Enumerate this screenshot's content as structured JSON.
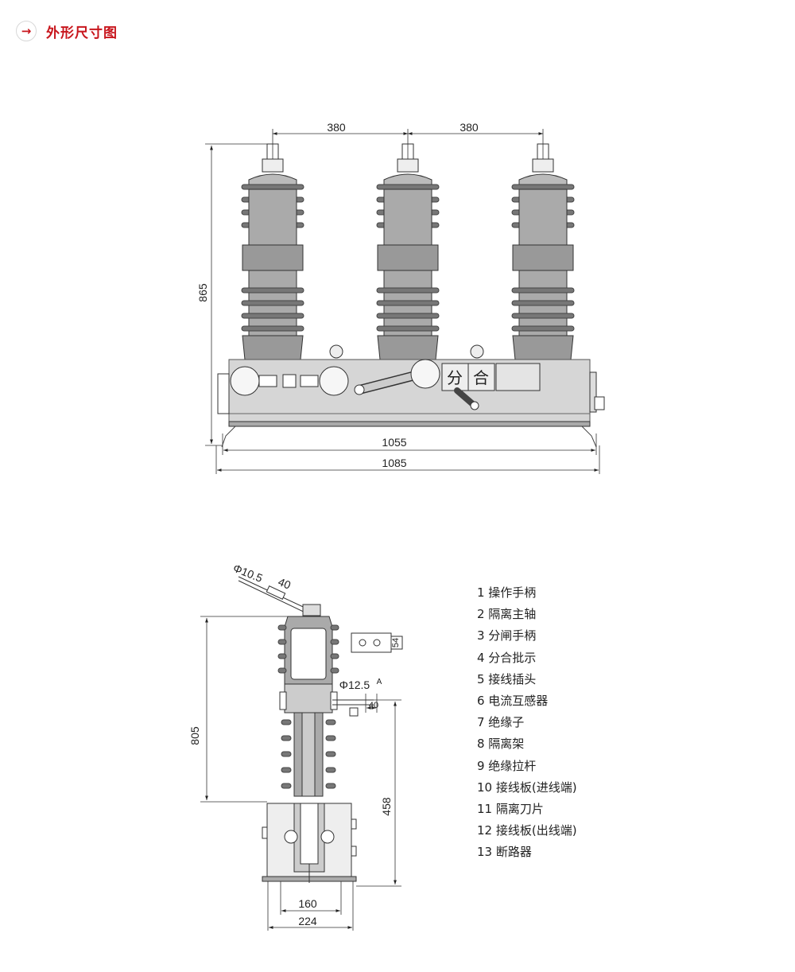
{
  "header": {
    "icon": "arrow-right-icon",
    "title": "外形尺寸图",
    "accent_color": "#c8161d"
  },
  "front_view": {
    "dims": {
      "pitch_left": "380",
      "pitch_right": "380",
      "height": "865",
      "frame_width": "1055",
      "overall_width": "1085"
    },
    "panel_label_open": "分",
    "panel_label_close": "合"
  },
  "side_view": {
    "dims": {
      "handle_dia": "Φ10.5",
      "handle_len": "40",
      "terminal_width": "54",
      "terminal_dia": "Φ12.5",
      "section_mark": "A",
      "terminal_offset": "40",
      "height": "805",
      "lower_height": "458",
      "mount_inner": "160",
      "mount_outer": "224"
    }
  },
  "parts_list": [
    "1 操作手柄",
    "2 隔离主轴",
    "3 分闸手柄",
    "4 分合批示",
    "5 接线插头",
    "6 电流互感器",
    "7 绝缘子",
    "8 隔离架",
    "9 绝缘拉杆",
    "10 接线板(进线端)",
    "11 隔离刀片",
    "12 接线板(出线端)",
    "13 断路器"
  ]
}
